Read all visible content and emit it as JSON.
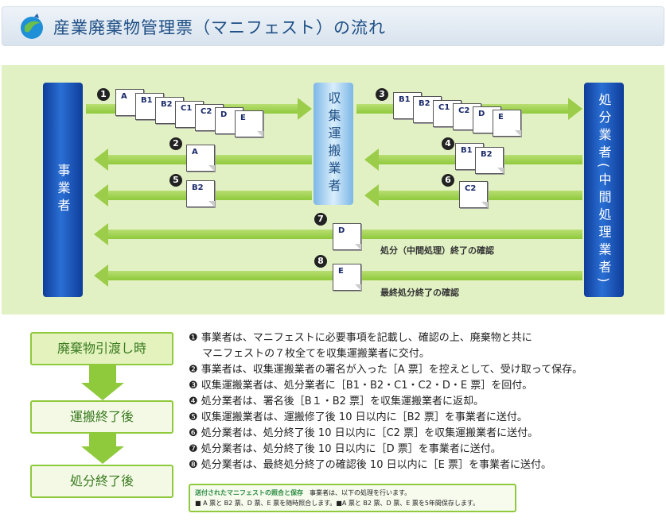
{
  "header": {
    "title": "産業廃棄物管理票（マニフェスト）の流れ"
  },
  "actors": {
    "generator": "事業者",
    "transporter": "収集運搬業者",
    "processor": "処分業者(中間処理業者)"
  },
  "flow": {
    "n1": "1",
    "n2": "2",
    "n3": "3",
    "n4": "4",
    "n5": "5",
    "n6": "6",
    "n7": "7",
    "n8": "8",
    "docs1": [
      "A",
      "B1",
      "B2",
      "C1",
      "C2",
      "D",
      "E"
    ],
    "docs3": [
      "B1",
      "B2",
      "C1",
      "C2",
      "D",
      "E"
    ],
    "doc2": "A",
    "doc4": [
      "B1",
      "B2"
    ],
    "doc5": "B2",
    "doc6": "C2",
    "doc7": "D",
    "doc8": "E",
    "note7": "処分（中間処理）終了の確認",
    "note8": "最終処分終了の確認"
  },
  "steps": [
    "廃棄物引渡し時",
    "運搬終了後",
    "処分終了後"
  ],
  "descriptions": [
    "❶ 事業者は、マニフェストに必要事項を記載し、確認の上、廃棄物と共に",
    "　 マニフェストの７枚全てを収集運搬業者に交付。",
    "❷ 事業者は、収集運搬業者の署名が入った［A 票］を控えとして、受け取って保存。",
    "❸ 収集運搬業者は、処分業者に［B1・B2・C1・C2・D・E 票］を回付。",
    "❹ 処分業者は、署名後［B１・B2 票］を収集運搬業者に返却。",
    "❺ 収集運搬業者は、運搬修了後 10 日以内に［B2 票］を事業者に送付。",
    "❻ 処分業者は、処分終了後 10 日以内に［C2 票］を収集運搬業者に送付。",
    "❼ 処分業者は、処分終了後 10 日以内に［D 票］を事業者に送付。",
    "❽ 処分業者は、最終処分終了の確認後 10 日以内に［E 票］を事業者に送付。"
  ],
  "footnote": {
    "title": "送付されたマニフェストの照合と保存",
    "line1": "事業者は、以下の処理を行います。",
    "line2": "■ A 票と B2 票、D 票、E 票を随時照合します。■A 票と B2 票、D 票、E 票を5年間保存します。"
  },
  "colors": {
    "accent": "#8fc93c",
    "brand": "#1e4f86",
    "panel": "#e2f1c4"
  }
}
